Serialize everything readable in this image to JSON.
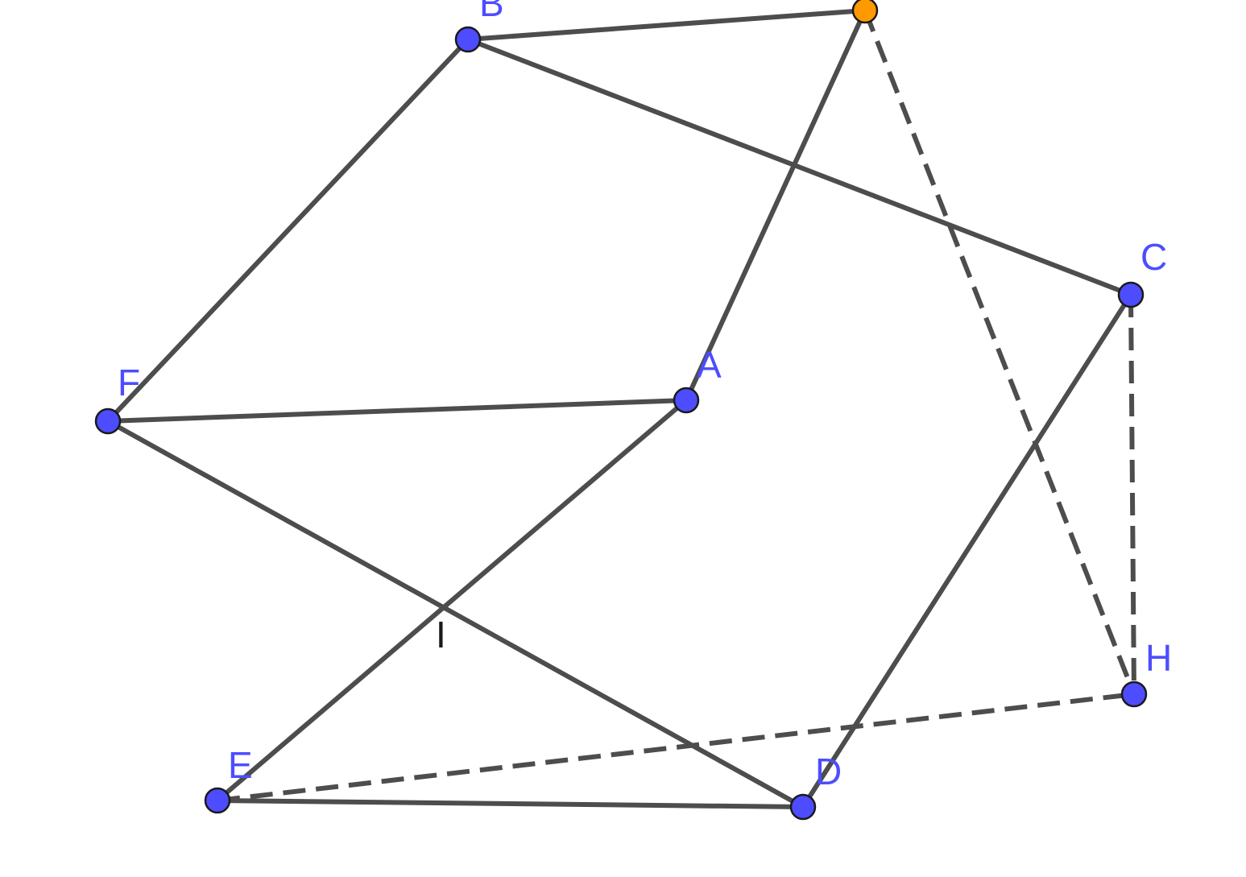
{
  "diagram": {
    "point_color": "#4d4dff",
    "free_point_color": "#ff9900",
    "line_color": "#4d4d4d",
    "label_color": "#4d4dff",
    "plain_label_color": "#1a1a1a",
    "points": [
      {
        "id": "A",
        "label": "A",
        "kind": "point"
      },
      {
        "id": "B",
        "label": "B",
        "kind": "point"
      },
      {
        "id": "C",
        "label": "C",
        "kind": "point"
      },
      {
        "id": "D",
        "label": "D",
        "kind": "point"
      },
      {
        "id": "E",
        "label": "E",
        "kind": "point"
      },
      {
        "id": "F",
        "label": "F",
        "kind": "point"
      },
      {
        "id": "H",
        "label": "H",
        "kind": "point"
      },
      {
        "id": "G",
        "label": "",
        "kind": "free-point"
      },
      {
        "id": "I",
        "label": "I",
        "kind": "intersection"
      }
    ],
    "segments": [
      {
        "from": "B",
        "to": "G",
        "style": "solid"
      },
      {
        "from": "B",
        "to": "F",
        "style": "solid"
      },
      {
        "from": "B",
        "to": "C",
        "style": "solid"
      },
      {
        "from": "G",
        "to": "A",
        "style": "solid"
      },
      {
        "from": "F",
        "to": "A",
        "style": "solid"
      },
      {
        "from": "F",
        "to": "D",
        "style": "solid"
      },
      {
        "from": "A",
        "to": "E",
        "style": "solid"
      },
      {
        "from": "C",
        "to": "D",
        "style": "solid"
      },
      {
        "from": "E",
        "to": "D",
        "style": "solid"
      },
      {
        "from": "G",
        "to": "H",
        "style": "dashed"
      },
      {
        "from": "C",
        "to": "H",
        "style": "dashed"
      },
      {
        "from": "E",
        "to": "H",
        "style": "dashed"
      }
    ]
  }
}
